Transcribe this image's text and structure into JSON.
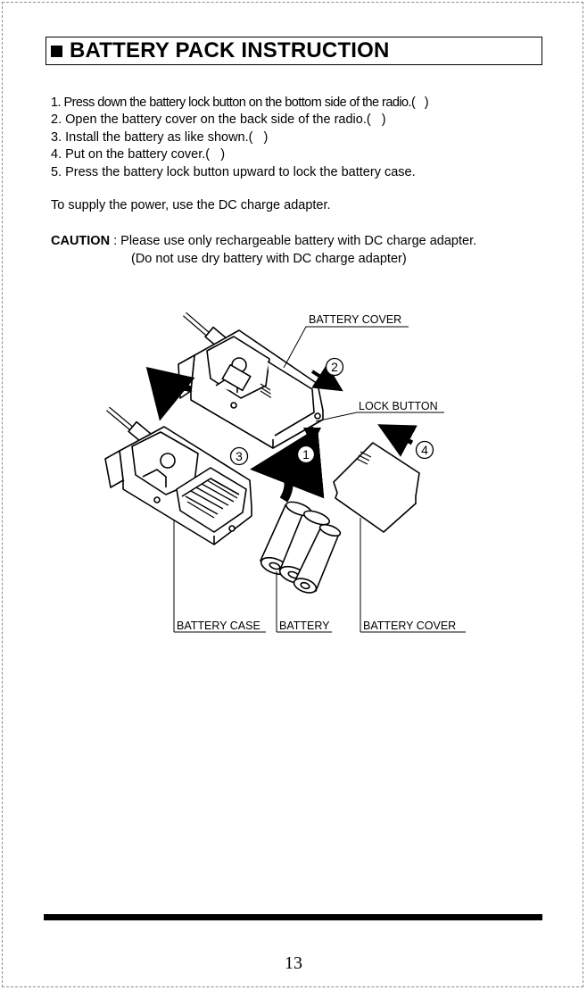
{
  "title": "BATTERY PACK INSTRUCTION",
  "steps": [
    "1. Press down the battery lock button on the bottom side of the radio.(   )",
    "2. Open the battery cover on the back side of the radio.(   )",
    "3. Install the battery as like shown.(   )",
    "4. Put on the battery cover.(   )",
    "5. Press the battery lock button upward to lock the battery case."
  ],
  "supply_text": "To supply the power, use the DC charge adapter.",
  "caution": {
    "label": "CAUTION",
    "text": " : Please use only rechargeable battery with DC charge adapter.",
    "note": "(Do not use dry battery with DC charge adapter)"
  },
  "illustration": {
    "labels": {
      "battery_cover_top": "BATTERY COVER",
      "lock_button": "LOCK BUTTON",
      "battery_case": "BATTERY CASE",
      "battery": "BATTERY",
      "battery_cover_bottom": "BATTERY COVER"
    },
    "step_numbers": [
      "1",
      "2",
      "3",
      "4"
    ]
  },
  "page_number": "13"
}
